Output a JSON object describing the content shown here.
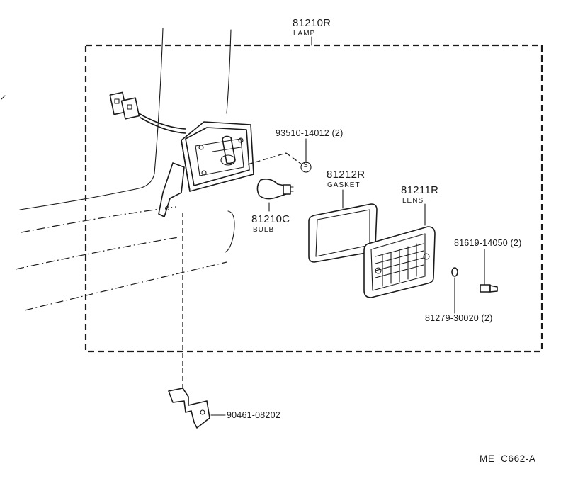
{
  "diagram": {
    "code": "ME  C662-A"
  },
  "parts": {
    "lamp": {
      "number": "81210R",
      "name": "LAMP"
    },
    "bulb": {
      "number": "81210C",
      "name": "BULB"
    },
    "gasket": {
      "number": "81212R",
      "name": "GASKET"
    },
    "lens": {
      "number": "81211R",
      "name": "LENS"
    },
    "screw_s": {
      "number": "93510-14012 (2)",
      "symbol": "S"
    },
    "screw": {
      "number": "81619-14050 (2)"
    },
    "nut": {
      "number": "81279-30020 (2)"
    },
    "bracket": {
      "number": "90461-08202"
    }
  }
}
